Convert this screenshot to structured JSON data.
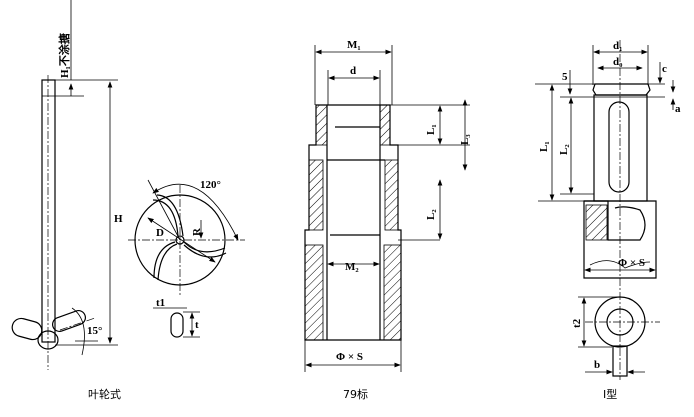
{
  "impeller": {
    "caption": "叶轮式",
    "h1_label": "H₁不涂搪",
    "h_label": "H",
    "angle_15": "15°",
    "angle_120": "120°",
    "d_label": "D",
    "r_label": "R",
    "t1_label": "t1",
    "t_label": "t"
  },
  "std79": {
    "caption": "79标",
    "m1_label": "M₁",
    "d_label": "d",
    "l1_label": "L₁",
    "l3_label": "L₃",
    "l2_label": "L₂",
    "m2_label": "M₂",
    "phi_s_label": "Φ × S"
  },
  "typeI": {
    "caption": "I型",
    "d1_label": "d₁",
    "d0_label": "d₀",
    "five_label": "5",
    "c_label": "c",
    "a_label": "a",
    "l1_label": "L₁",
    "l2_label": "L₂",
    "phi_s_label": "Φ × S",
    "t2_label": "t2",
    "b_label": "b"
  }
}
